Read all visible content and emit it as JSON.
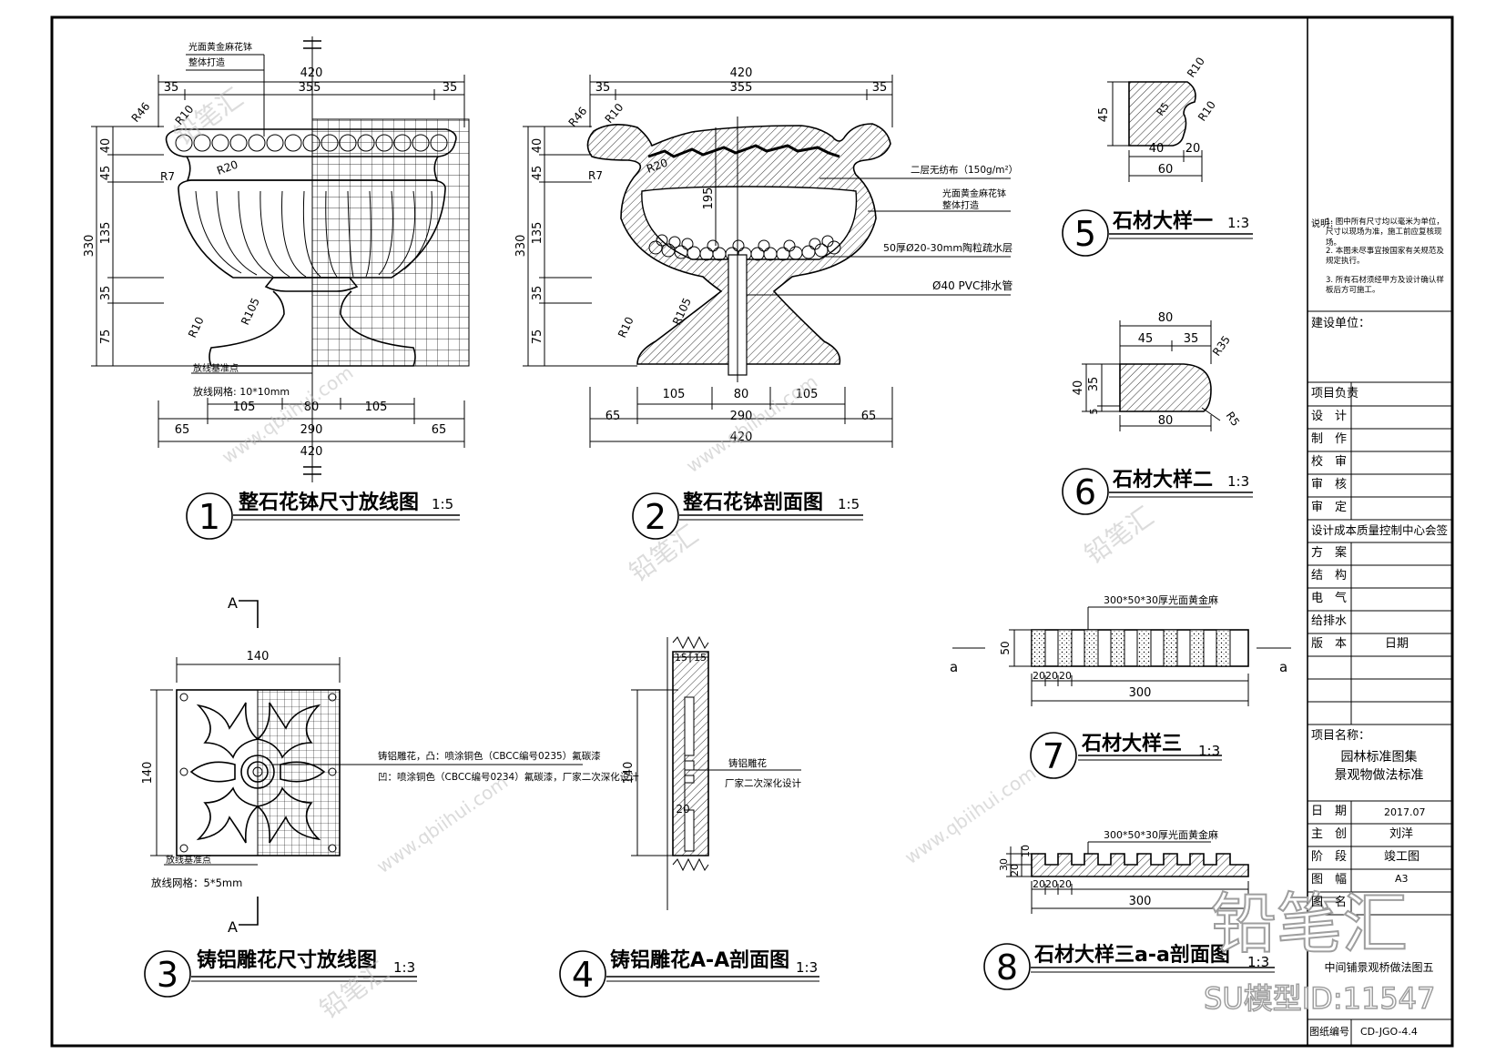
{
  "figures": [
    {
      "number": "1",
      "title": "整石花钵尺寸放线图",
      "scale": "1:5"
    },
    {
      "number": "2",
      "title": "整石花钵剖面图",
      "scale": "1:5"
    },
    {
      "number": "3",
      "title": "铸铝雕花尺寸放线图",
      "scale": "1:3"
    },
    {
      "number": "4",
      "title": "铸铝雕花A-A剖面图",
      "scale": "1:3"
    },
    {
      "number": "5",
      "title": "石材大样一",
      "scale": "1:3"
    },
    {
      "number": "6",
      "title": "石材大样二",
      "scale": "1:3"
    },
    {
      "number": "7",
      "title": "石材大样三",
      "scale": "1:3"
    },
    {
      "number": "8",
      "title": "石材大样三a-a剖面图",
      "scale": "1:3"
    }
  ],
  "fig1": {
    "notes": [
      "光面黄金麻花钵",
      "整体打造",
      "放线基准点",
      "放线网格: 10*10mm"
    ],
    "dims_top": [
      "420",
      "35",
      "355",
      "35"
    ],
    "dims_left": [
      "40",
      "45",
      "135",
      "35",
      "75",
      "330"
    ],
    "radii": [
      "R46",
      "R10",
      "R7",
      "R20",
      "R105",
      "R10"
    ],
    "dims_bottom": [
      "105",
      "80",
      "105",
      "65",
      "290",
      "65",
      "420"
    ]
  },
  "fig2": {
    "notes": [
      "二层无纺布（150g/m²）",
      "光面黄金麻花钵",
      "整体打造",
      "50厚Ø20-30mm陶粒疏水层",
      "Ø40 PVC排水管"
    ],
    "dims_top": [
      "420",
      "35",
      "355",
      "35"
    ],
    "dims_left": [
      "40",
      "45",
      "135",
      "35",
      "75",
      "330"
    ],
    "radii": [
      "R46",
      "R10",
      "R7",
      "R20",
      "R105",
      "R10"
    ],
    "dim_inner": "195",
    "dims_bottom": [
      "105",
      "80",
      "105",
      "65",
      "290",
      "65",
      "420"
    ]
  },
  "fig3": {
    "section_marks": [
      "A",
      "A"
    ],
    "dims": [
      "140",
      "140"
    ],
    "note_line1": "铸铝雕花，凸：喷涂铜色（CBCC编号0235）氟碳漆",
    "note_line2": "凹：喷涂铜色（CBCC编号0234）氟碳漆，厂家二次深化设计",
    "notes": [
      "放线基准点",
      "放线网格：5*5mm"
    ]
  },
  "fig4": {
    "dims": [
      "15",
      "15",
      "140",
      "20"
    ],
    "notes": [
      "铸铝雕花",
      "厂家二次深化设计"
    ]
  },
  "fig5": {
    "dims": [
      "45",
      "40",
      "20",
      "60"
    ],
    "radii": [
      "R10",
      "R5",
      "R10"
    ]
  },
  "fig6": {
    "dims": [
      "80",
      "45",
      "35",
      "40",
      "35",
      "5",
      "80"
    ],
    "radii": [
      "R35",
      "R5"
    ]
  },
  "fig7": {
    "note": "300*50*30厚光面黄金麻",
    "dims": [
      "50",
      "20",
      "20",
      "20",
      "300"
    ],
    "section_marks": [
      "a",
      "a"
    ]
  },
  "fig8": {
    "note": "300*50*30厚光面黄金麻",
    "dims": [
      "10",
      "20",
      "30",
      "20",
      "20",
      "20",
      "300"
    ]
  },
  "title_block": {
    "notes_label": "说明：",
    "notes": [
      "1. 图中所有尺寸均以毫米为单位，尺寸以现场为准，施工前应复核现场。",
      "2. 本图未尽事宜按国家有关规范及规定执行。",
      "3. 所有石材须经甲方及设计确认样板后方可施工。"
    ],
    "client_label": "建设单位：",
    "rows": [
      {
        "label": "项目负责",
        "value": ""
      },
      {
        "label": "设　计",
        "value": ""
      },
      {
        "label": "制　作",
        "value": ""
      },
      {
        "label": "校　审",
        "value": ""
      },
      {
        "label": "审　核",
        "value": ""
      },
      {
        "label": "审　定",
        "value": ""
      }
    ],
    "signoff_header": "设计成本质量控制中心会签",
    "signoff_rows": [
      "方　案",
      "结　构",
      "电　气",
      "给排水"
    ],
    "version_label": "版　本",
    "version_value": "日期",
    "project_label": "项目名称：",
    "project_name_1": "园林标准图集",
    "project_name_2": "景观物做法标准",
    "info_rows": [
      {
        "label": "日　期",
        "value": "2017.07"
      },
      {
        "label": "主　创",
        "value": "刘洋"
      },
      {
        "label": "阶　段",
        "value": "竣工图"
      },
      {
        "label": "图　幅",
        "value": "A3"
      },
      {
        "label": "图　名",
        "value": ""
      }
    ],
    "drawing_name": "中间铺景观桥做法图五",
    "drawing_no_label": "图纸编号",
    "drawing_no": "CD-JGO-4.4"
  },
  "watermark": {
    "site": "www.qbiihui.com",
    "logo": "铅笔汇",
    "model_id": "SU模型ID:11547"
  }
}
